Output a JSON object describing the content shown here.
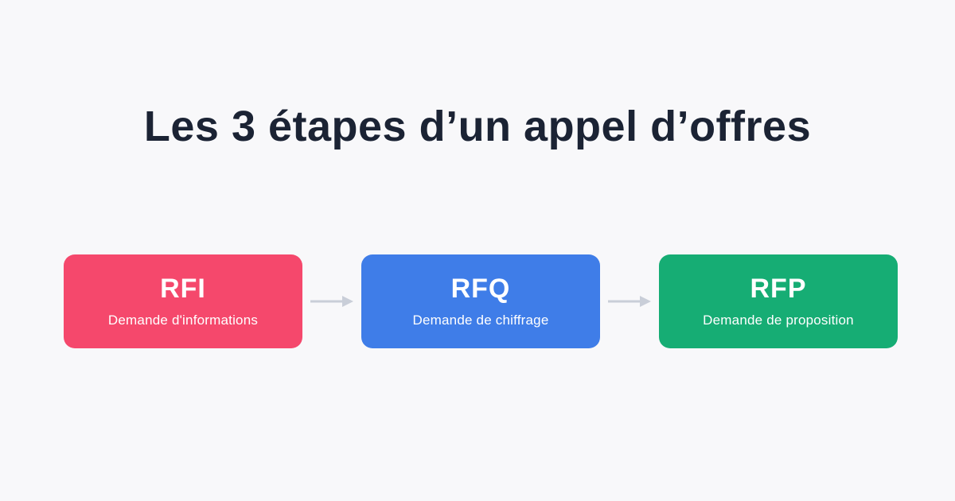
{
  "title": "Les 3 étapes d’un appel d’offres",
  "steps": [
    {
      "label": "RFI",
      "subtitle": "Demande d'informations",
      "color": "#f5486c"
    },
    {
      "label": "RFQ",
      "subtitle": "Demande de chiffrage",
      "color": "#3f7de8"
    },
    {
      "label": "RFP",
      "subtitle": "Demande de proposition",
      "color": "#16ad74"
    }
  ],
  "icons": {
    "arrow": "right-arrow-icon"
  },
  "colors": {
    "background": "#f8f8fa",
    "title_text": "#1b2334",
    "arrow": "#c9ced8",
    "card_text": "#ffffff"
  }
}
